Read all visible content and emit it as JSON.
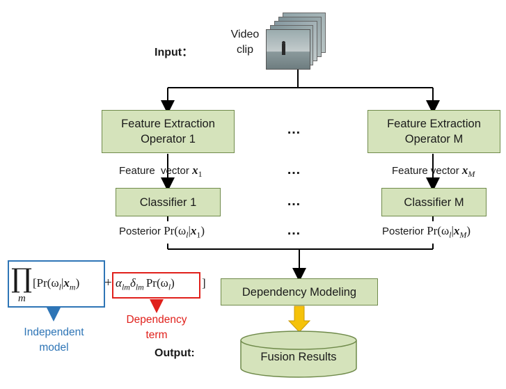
{
  "input": {
    "label": "Input：",
    "clip_line1": "Video",
    "clip_line2": "clip"
  },
  "extractors": [
    {
      "line1": "Feature Extraction",
      "line2": "Operator 1"
    },
    {
      "line1": "Feature Extraction",
      "line2": "Operator M"
    }
  ],
  "feature_vectors": [
    {
      "prefix": "Feature  vector",
      "sym": "x",
      "sub": "1"
    },
    {
      "prefix": "Feature vector",
      "sym": "x",
      "sub": "M"
    }
  ],
  "classifiers": [
    {
      "label": "Classifier 1"
    },
    {
      "label": "Classifier M"
    }
  ],
  "posteriors": [
    {
      "prefix": "Posterior",
      "math_open": "Pr(ω",
      "math_sub": "l",
      "bar": "|",
      "sym": "x",
      "sub": "1",
      "close": ")"
    },
    {
      "prefix": "Posterior",
      "math_open": "Pr(ω",
      "math_sub": "l",
      "bar": "|",
      "sym": "x",
      "sub": "M",
      "close": ")"
    }
  ],
  "ellipsis": "…",
  "dependency": {
    "label": "Dependency Modeling"
  },
  "fusion": {
    "label": "Fusion Results"
  },
  "output": {
    "label": "Output:"
  },
  "formula": {
    "product": "∏",
    "product_sub": "m",
    "independent": {
      "open": "[Pr(ω",
      "sub_l": "l",
      "bar": "|",
      "sym": "x",
      "sub": "m",
      "close": ")"
    },
    "plus": "+",
    "dependency": {
      "alpha": "α",
      "alpha_sub": "lm",
      "delta": "δ",
      "delta_sub": "lm",
      "pr": "Pr(ω",
      "sub_l": "l",
      "close": ")"
    },
    "end": "]"
  },
  "annotations": {
    "independent": {
      "line1": "Independent",
      "line2": "model",
      "color": "#2e75b6"
    },
    "dependency": {
      "line1": "Dependency",
      "line2": "term",
      "color": "#e0201b"
    }
  },
  "colors": {
    "box_fill": "#d5e3bb",
    "box_border": "#6f8a4a",
    "arrow_fill": "#f5c20a"
  }
}
